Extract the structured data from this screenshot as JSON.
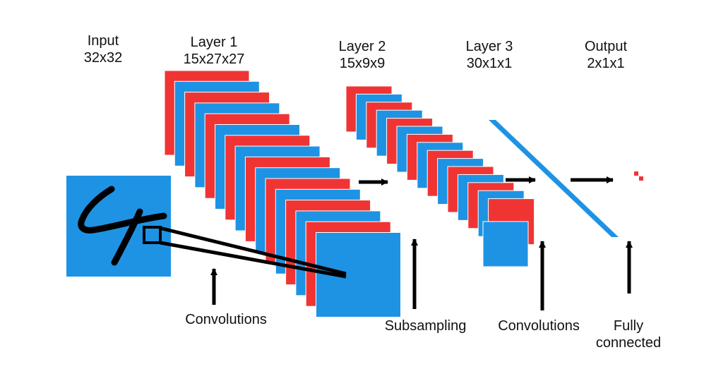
{
  "diagram": {
    "colors": {
      "red": "#f03434",
      "blue": "#1e93e4",
      "outline": "#222222",
      "arrow": "#000000"
    },
    "stages": {
      "input": {
        "name": "Input",
        "dims": "32x32"
      },
      "layer1": {
        "name": "Layer 1",
        "dims": "15x27x27"
      },
      "layer2": {
        "name": "Layer 2",
        "dims": "15x9x9"
      },
      "layer3": {
        "name": "Layer 3",
        "dims": "30x1x1"
      },
      "output": {
        "name": "Output",
        "dims": "2x1x1"
      }
    },
    "operations": {
      "conv1": "Convolutions",
      "subsampling": "Subsampling",
      "conv2": "Convolutions",
      "fully_connected_line1": "Fully",
      "fully_connected_line2": "connected"
    },
    "input_glyph": "handwritten-4"
  }
}
